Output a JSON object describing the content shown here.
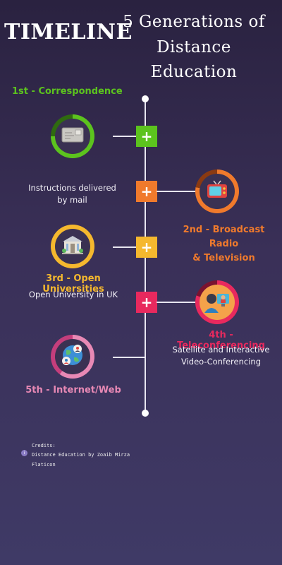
{
  "header": {
    "left_title": "TIMELINE",
    "right_title_line1": "5 Generations of",
    "right_title_line2": "Distance Education"
  },
  "timeline": {
    "plus_symbol": "+",
    "items": [
      {
        "heading": "1st - Correspondence",
        "description": "Instructions delivered by mail",
        "color": "#5cc31e",
        "icon": "envelope-icon"
      },
      {
        "heading_line1": "2nd - Broadcast Radio",
        "heading_line2": "& Television",
        "color": "#f07a2c",
        "icon": "television-icon"
      },
      {
        "heading": "3rd - Open Universities",
        "description": "Open University in UK",
        "color": "#f5b82e",
        "icon": "university-building-icon"
      },
      {
        "heading": "4th - Teleconferencing",
        "description_line1": "Satellite and Interactive",
        "description_line2": "Video-Conferencing",
        "color": "#e8295e",
        "icon": "video-conference-icon"
      },
      {
        "heading": "5th - Internet/Web",
        "color": "#e889b5",
        "icon": "globe-network-icon"
      }
    ]
  },
  "credits": {
    "label": "Credits:",
    "line1": "Distance Education by Zoaib Mirza",
    "line2": "Flaticon",
    "dot_label": "i"
  }
}
